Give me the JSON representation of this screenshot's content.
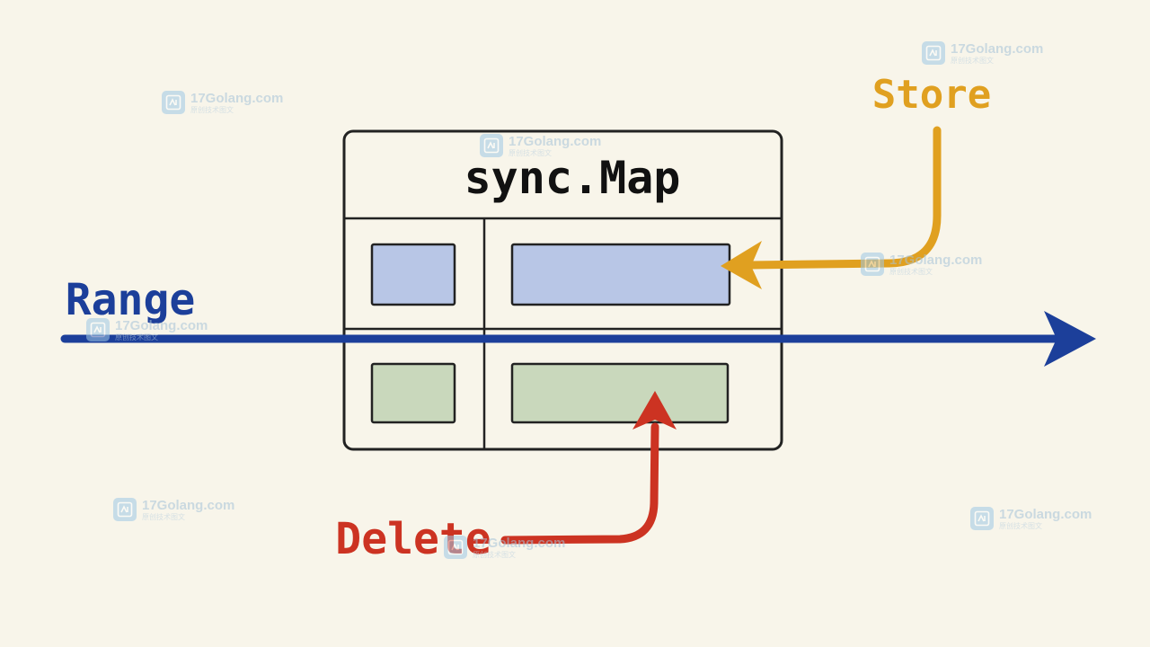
{
  "diagram": {
    "title": "sync.Map",
    "operations": {
      "store": {
        "label": "Store",
        "color": "#e0a020"
      },
      "range": {
        "label": "Range",
        "color": "#1c3f9a"
      },
      "delete": {
        "label": "Delete",
        "color": "#cc3322"
      }
    },
    "colors": {
      "background": "#f8f5ea",
      "outline": "#222222",
      "row_blue": "#b8c6e6",
      "row_green": "#c9d8bc"
    }
  },
  "watermark": {
    "domain": "17Golang.com",
    "subtitle": "原创技术图文",
    "icon": "watermark-logo-icon"
  }
}
